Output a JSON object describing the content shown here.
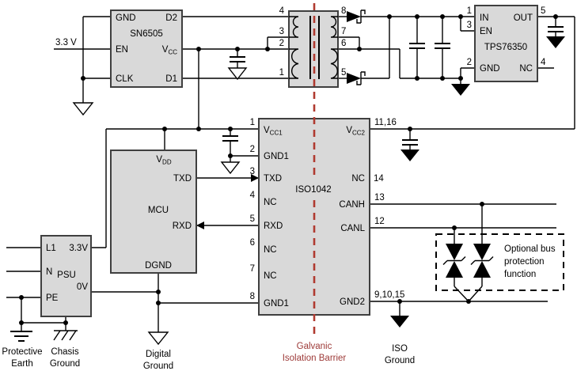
{
  "colors": {
    "block_fill": "#d9d9d9",
    "block_border": "#3f3f3f",
    "wire": "#000000",
    "barrier_line": "#b03a30",
    "barrier_text": "#9d3a38"
  },
  "supply": {
    "label_33v": "3.3 V"
  },
  "sn6505": {
    "name": "SN6505",
    "gnd": "GND",
    "d2": "D2",
    "en": "EN",
    "vcc_main": "V",
    "vcc_sub": "CC",
    "clk": "CLK",
    "d1": "D1"
  },
  "transformer": {
    "p4": "4",
    "p3": "3",
    "p2": "2",
    "p1": "1",
    "p8": "8",
    "p7": "7",
    "p6": "6",
    "p5": "5"
  },
  "tps76350": {
    "name": "TPS76350",
    "in": "IN",
    "en": "EN",
    "gnd": "GND",
    "out": "OUT",
    "nc": "NC",
    "n_in": "1",
    "n_en": "3",
    "n_gnd": "2",
    "n_out": "5",
    "n_nc": "4"
  },
  "iso1042": {
    "name": "ISO1042",
    "n1": "1",
    "n2": "2",
    "n3": "3",
    "n4": "4",
    "n5": "5",
    "n6": "6",
    "n7": "7",
    "n8": "8",
    "vcc1_main": "V",
    "vcc1_sub": "CC1",
    "gnd1": "GND1",
    "txd": "TXD",
    "nc": "NC",
    "rxd": "RXD",
    "nc2": "NC",
    "nc3": "NC",
    "gnd1b": "GND1",
    "n_vcc2": "11,16",
    "n_nc": "14",
    "n_canh": "13",
    "n_canl": "12",
    "n_gnd2": "9,10,15",
    "vcc2_main": "V",
    "vcc2_sub": "CC2",
    "nc_r": "NC",
    "canh": "CANH",
    "canl": "CANL",
    "gnd2": "GND2"
  },
  "mcu": {
    "name": "MCU",
    "vdd_main": "V",
    "vdd_sub": "DD",
    "txd": "TXD",
    "rxd": "RXD",
    "dgnd": "DGND"
  },
  "psu": {
    "name": "PSU",
    "l1": "L1",
    "n": "N",
    "pe": "PE",
    "v33": "3.3V",
    "v0": "0V"
  },
  "grounds": {
    "protective_1": "Protective",
    "protective_2": "Earth",
    "chasis_1": "Chasis",
    "chasis_2": "Ground",
    "digital_1": "Digital",
    "digital_2": "Ground",
    "iso_1": "ISO",
    "iso_2": "Ground"
  },
  "barrier": {
    "line1": "Galvanic",
    "line2": "Isolation Barrier"
  },
  "bus_protection": {
    "line1": "Optional bus",
    "line2": "protection",
    "line3": "function"
  }
}
